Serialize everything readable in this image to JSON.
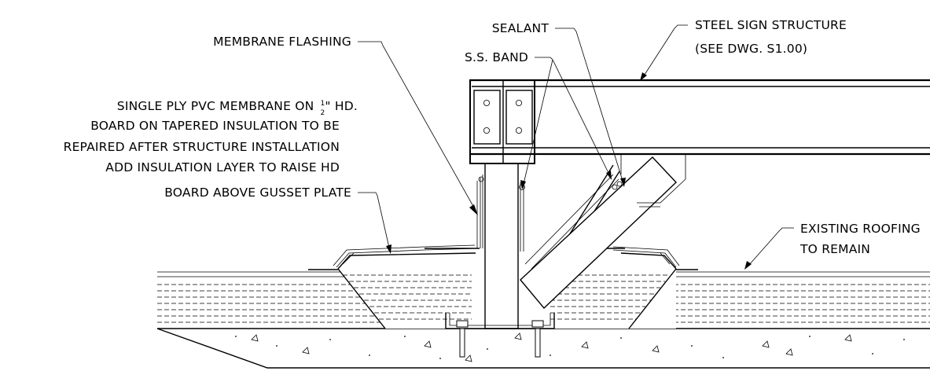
{
  "labels": {
    "membrane_flashing": "MEMBRANE FLASHING",
    "sealant": "SEALANT",
    "ss_band": "S.S. BAND",
    "steel_sign_structure": "STEEL SIGN STRUCTURE",
    "see_dwg": "(SEE DWG. S1.00)",
    "pvc_line1_a": "SINGLE PLY PVC MEMBRANE ON ",
    "pvc_line1_frac_num": "1",
    "pvc_line1_frac_den": "2",
    "pvc_line1_b": "\" HD.",
    "pvc_line2": "BOARD ON TAPERED INSULATION TO BE",
    "pvc_line3": "REPAIRED AFTER STRUCTURE INSTALLATION",
    "pvc_line4": "ADD INSULATION LAYER TO RAISE HD",
    "pvc_line5": "BOARD ABOVE GUSSET PLATE",
    "existing_roofing_1": "EXISTING ROOFING",
    "existing_roofing_2": "TO REMAIN"
  }
}
